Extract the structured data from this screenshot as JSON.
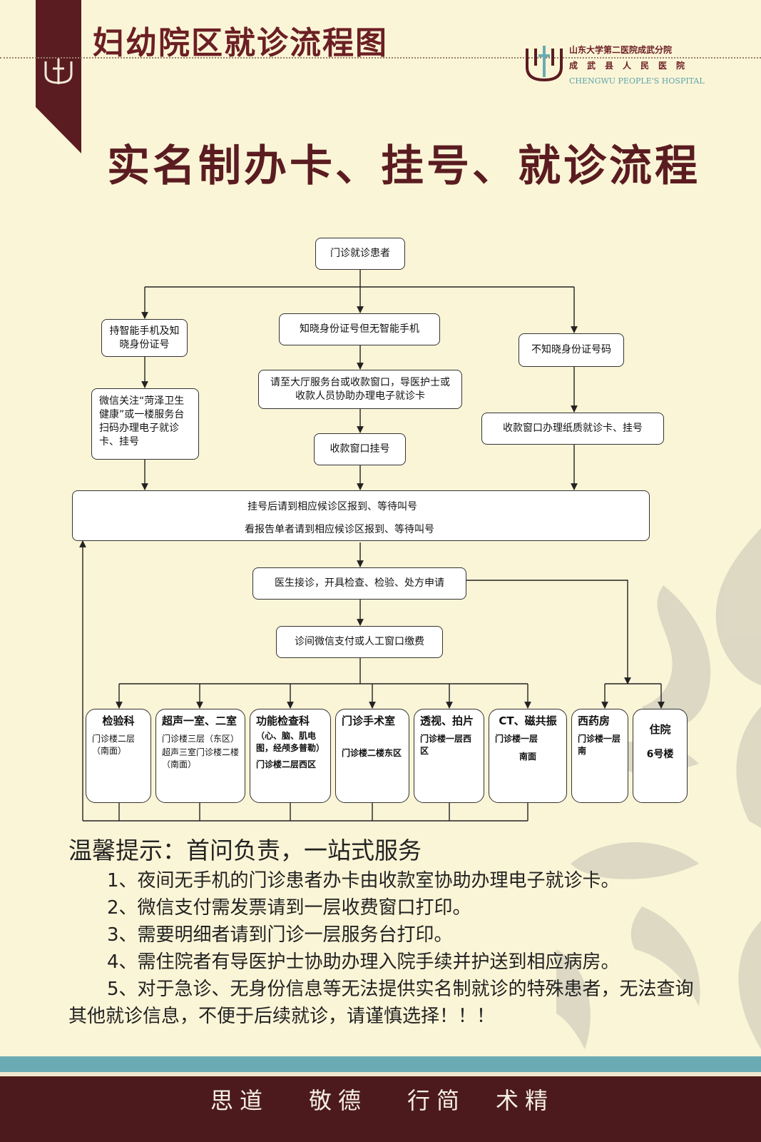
{
  "header": {
    "title": "妇幼院区就诊流程图",
    "hospital_cn_1": "山东大学第二医院成武分院",
    "hospital_cn_2": "成武县人民医院",
    "hospital_en": "CHENGWU PEOPLE'S HOSPITAL"
  },
  "main_title": "实名制办卡、挂号、就诊流程",
  "flow": {
    "start": "门诊就诊患者",
    "smartphone": "持智能手机及知晓身份证号",
    "no_smartphone": "知晓身份证号但无智能手机",
    "no_id": "不知晓身份证号码",
    "wechat": "微信关注“菏泽卫生健康”或一楼服务台扫码办理电子就诊卡、挂号",
    "hall_service": "请至大厅服务台或收款窗口，导医护士或收款人员协助办理电子就诊卡",
    "cashier_register": "收款窗口挂号",
    "paper_card": "收款窗口办理纸质就诊卡、挂号",
    "waiting_1": "挂号后请到相应候诊区报到、等待叫号",
    "waiting_2": "看报告单者请到相应候诊区报到、等待叫号",
    "doctor": "医生接诊，开具检查、检验、处方申请",
    "payment": "诊间微信支付或人工窗口缴费"
  },
  "departments": [
    {
      "name": "检验科",
      "lines": [
        "门诊楼二层（南面）"
      ],
      "bold_lines": false
    },
    {
      "name": "超声一室、二室",
      "lines": [
        "门诊楼三层（东区）",
        "超声三室门诊楼二楼（南面）"
      ],
      "bold_lines": false
    },
    {
      "name": "功能检查科",
      "lines": [
        "（心、脑、肌电图，经颅多普勒）",
        "门诊楼二层西区"
      ],
      "bold_lines": true
    },
    {
      "name": "门诊手术室",
      "lines": [
        "门诊楼二楼东区"
      ],
      "bold_lines": true
    },
    {
      "name": "透视、拍片",
      "lines": [
        "门诊楼一层西区"
      ],
      "bold_lines": true
    },
    {
      "name": "CT、磁共振",
      "lines": [
        "门诊楼一层",
        "南面"
      ],
      "bold_lines": true
    },
    {
      "name": "西药房",
      "lines": [
        "门诊楼一层南"
      ],
      "bold_lines": true
    },
    {
      "name": "住院",
      "lines": [
        "6号楼"
      ],
      "bold_lines": true
    }
  ],
  "tips": {
    "title": "温馨提示：首问负责，一站式服务",
    "items": [
      "1、夜间无手机的门诊患者办卡由收款室协助办理电子就诊卡。",
      "2、微信支付需发票请到一层收费窗口打印。",
      "3、需要明细者请到门诊一层服务台打印。",
      "4、需住院者有导医护士协助办理入院手续并护送到相应病房。",
      "5、对于急诊、无身份信息等无法提供实名制就诊的特殊患者，无法查询其他就诊信息，不便于后续就诊，请谨慎选择！！！"
    ]
  },
  "footer": {
    "motto": [
      "思道",
      "敬德",
      "行简",
      "术精"
    ]
  },
  "colors": {
    "background": "#fbf5d7",
    "maroon": "#6b1f24",
    "footer": "#4c1a1d",
    "teal": "#6aabb3"
  }
}
